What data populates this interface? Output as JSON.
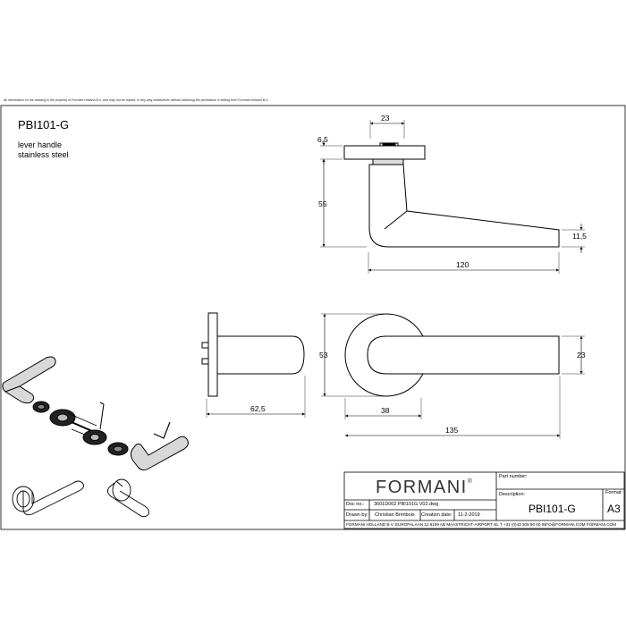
{
  "notice": "All information on the drawing is the property of Formani Holland B.V. and may not be copied, in any way whatsoever without obtaining the permission in writing from Formani Holland B.V.",
  "header": {
    "title": "PBI101-G",
    "subtitle_1": "lever handle",
    "subtitle_2": "stainless steel"
  },
  "dimensions": {
    "rose_width": "23",
    "rose_thickness": "6,5",
    "height": "55",
    "lever_thickness": "11,5",
    "lever_length": "120",
    "rose_depth": "62,5",
    "rose_diameter": "53",
    "grip_diameter": "23",
    "grip_offset": "38",
    "total_length": "135"
  },
  "title_block": {
    "logo": "FORMANI",
    "logo_mark": "®",
    "part_number_label": "Part number:",
    "part_number_value": "",
    "description_label": "Description:",
    "description_value": "PBI101-G",
    "format_label": "Format:",
    "format_value": "A3",
    "doc_no_label": "Doc no.:",
    "doc_no_value": "3601D002 PBI101G V02.dwg",
    "drawn_by_label": "Drawn by:",
    "drawn_by_value": "Christian Brimbois",
    "creation_date_label": "Creation date:",
    "creation_date_value": "11-2-2019",
    "footer": "FORMANI HOLLAND B.V.   EUROPALAAN 12  6199 AB MAASTRICHT-AIRPORT NL  T +31 (0)43 308 90 00 INFO@FORMANI.COM FORMANI.COM"
  }
}
